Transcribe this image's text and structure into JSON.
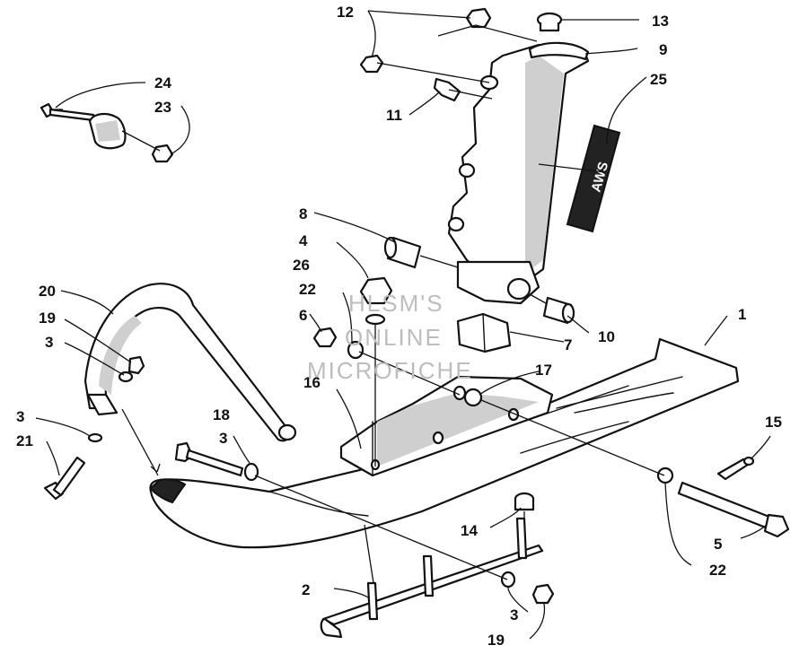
{
  "watermark": {
    "line1": "HLSM'S",
    "line2": "ONLINE",
    "line3": "MICROFICHE"
  },
  "decal": {
    "text": "AWS"
  },
  "callouts": {
    "c1": "1",
    "c2": "2",
    "c3a": "3",
    "c3b": "3",
    "c3c": "3",
    "c3d": "3",
    "c4": "4",
    "c5": "5",
    "c6": "6",
    "c7": "7",
    "c8": "8",
    "c9": "9",
    "c10": "10",
    "c11": "11",
    "c12": "12",
    "c13": "13",
    "c14": "14",
    "c15": "15",
    "c16": "16",
    "c17": "17",
    "c18": "18",
    "c19a": "19",
    "c19b": "19",
    "c20": "20",
    "c21": "21",
    "c22a": "22",
    "c22b": "22",
    "c23": "23",
    "c24": "24",
    "c25": "25",
    "c26": "26"
  }
}
